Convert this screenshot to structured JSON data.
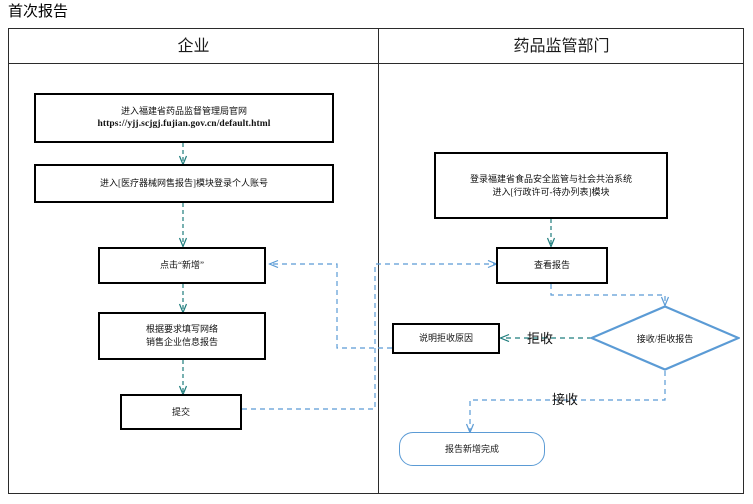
{
  "page": {
    "title": "首次报告"
  },
  "lanes": [
    {
      "id": "enterprise",
      "title": "企业"
    },
    {
      "id": "regulator",
      "title": "药品监管部门"
    }
  ],
  "colors": {
    "frame_border": "#2b2b2b",
    "process_border": "#000000",
    "accent_blue": "#5b9bd5",
    "accent_teal": "#1f7d7d",
    "background": "#ffffff",
    "text": "#111111"
  },
  "nodes": {
    "visit_site": {
      "lane": "enterprise",
      "shape": "process",
      "line1": "进入福建省药品监督管理局官网",
      "line2": "https://yjj.scjgj.fujian.gov.cn/default.html"
    },
    "login_module": {
      "lane": "enterprise",
      "shape": "process",
      "line1": "进入[医疗器械网售报告]模块登录个人账号"
    },
    "click_add": {
      "lane": "enterprise",
      "shape": "process",
      "line1": "点击“新增”"
    },
    "fill_form": {
      "lane": "enterprise",
      "shape": "process",
      "line1": "根据要求填写网络",
      "line2": "销售企业信息报告"
    },
    "submit": {
      "lane": "enterprise",
      "shape": "process",
      "line1": "提交"
    },
    "login_system": {
      "lane": "regulator",
      "shape": "process",
      "line1": "登录福建省食品安全监管与社会共治系统",
      "line2": "进入[行政许可-待办列表]模块"
    },
    "view_report": {
      "lane": "regulator",
      "shape": "process",
      "line1": "查看报告"
    },
    "reject_reason": {
      "lane": "regulator",
      "shape": "process",
      "line1": "说明拒收原因"
    },
    "decision": {
      "lane": "regulator",
      "shape": "decision",
      "line1": "接收/拒收报告"
    },
    "done": {
      "lane": "regulator",
      "shape": "terminator",
      "line1": "报告新增完成"
    }
  },
  "branch_labels": {
    "reject": "拒收",
    "accept": "接收"
  },
  "edges": [
    {
      "from": "visit_site",
      "to": "login_module",
      "style": "dashed",
      "color": "teal"
    },
    {
      "from": "login_module",
      "to": "click_add",
      "style": "dashed",
      "color": "teal"
    },
    {
      "from": "click_add",
      "to": "fill_form",
      "style": "dashed",
      "color": "teal"
    },
    {
      "from": "fill_form",
      "to": "submit",
      "style": "dashed",
      "color": "teal"
    },
    {
      "from": "submit",
      "to": "view_report",
      "style": "dashed",
      "color": "blue"
    },
    {
      "from": "login_system",
      "to": "view_report",
      "style": "dashed",
      "color": "teal"
    },
    {
      "from": "view_report",
      "to": "decision",
      "style": "dashed",
      "color": "blue"
    },
    {
      "from": "decision",
      "to": "reject_reason",
      "style": "dashed",
      "color": "teal",
      "label": "拒收"
    },
    {
      "from": "decision",
      "to": "done",
      "style": "dashed",
      "color": "blue",
      "label": "接收"
    },
    {
      "from": "reject_reason",
      "to": "click_add",
      "style": "dashed",
      "color": "blue"
    }
  ]
}
